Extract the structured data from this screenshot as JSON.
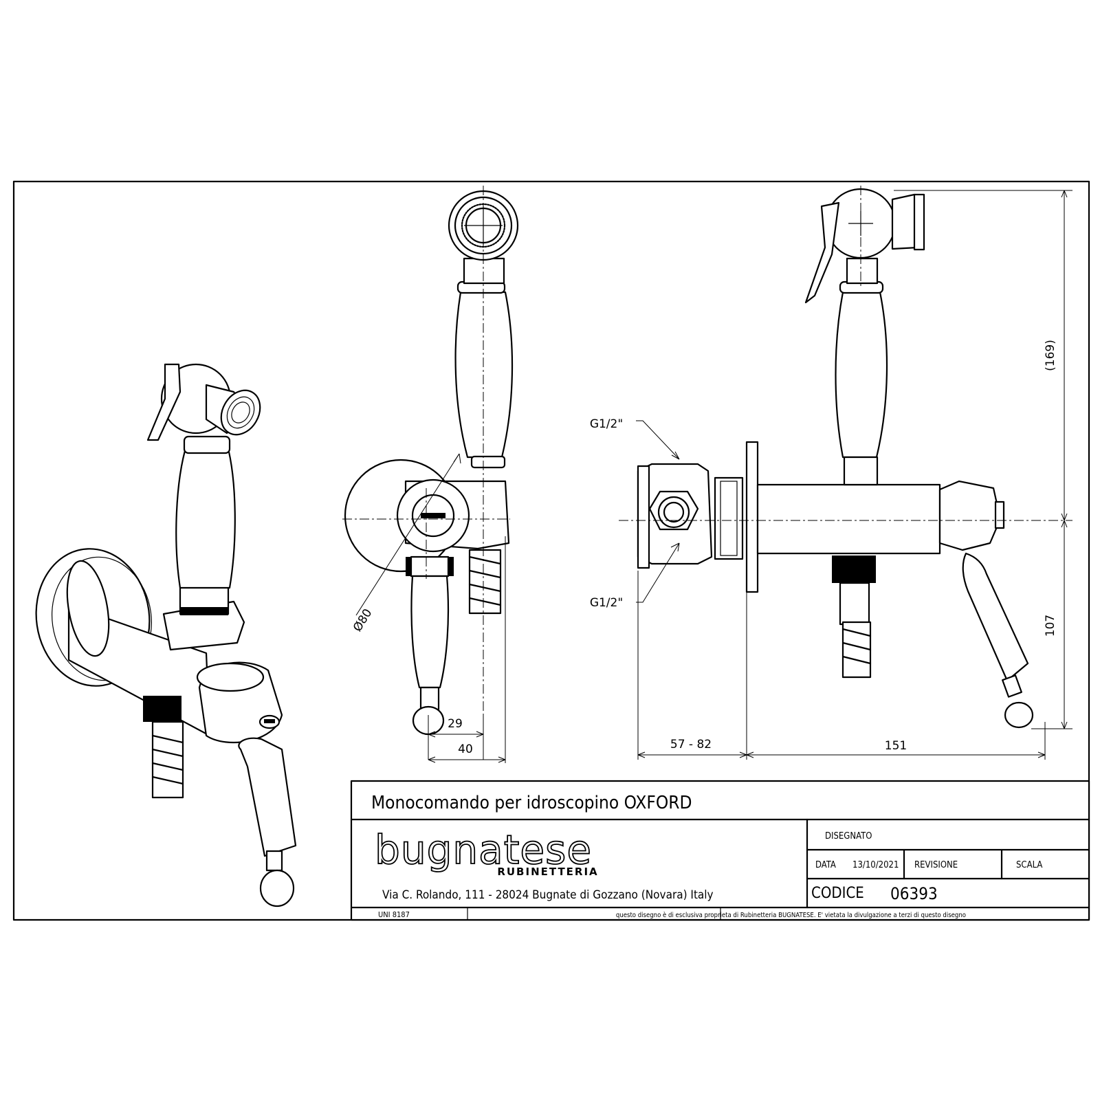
{
  "drawing": {
    "title": "Monocomando per idroscopino OXFORD",
    "brand": {
      "name": "bugnatese",
      "sub": "RUBINETTERIA"
    },
    "address": "Via C. Rolando, 111 - 28024 Bugnate di Gozzano (Novara) Italy",
    "fields": {
      "disegnato_label": "DISEGNATO",
      "data_label": "DATA",
      "data_value": "13/10/2021",
      "revisione_label": "REVISIONE",
      "scala_label": "SCALA",
      "codice_label": "CODICE",
      "codice_value": "06393"
    },
    "standard": "UNI 8187",
    "notice": "questo disegno è di esclusiva proprieta di Rubinetteria BUGNATESE. E' vietata la divulgazione a terzi di questo disegno"
  },
  "dimensions": {
    "front_29": "29",
    "front_40": "40",
    "front_dia": "Ø80",
    "side_57_82": "57 - 82",
    "side_151": "151",
    "side_169": "(169)",
    "side_107": "107",
    "thread_top": "G1/2\"",
    "thread_bottom": "G1/2\""
  }
}
